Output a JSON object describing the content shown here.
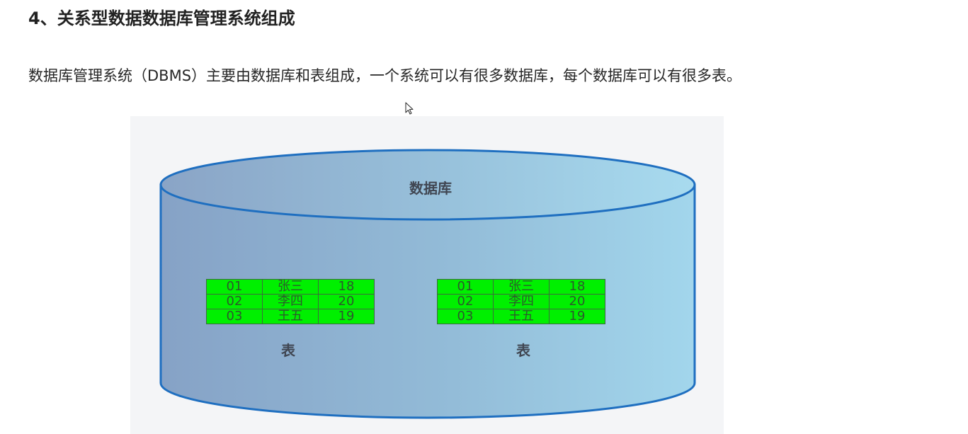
{
  "heading": "4、关系型数据数据库管理系统组成",
  "intro": "数据库管理系统（DBMS）主要由数据库和表组成，一个系统可以有很多数据库，每个数据库可以有很多表。",
  "diagram": {
    "database_label": "数据库",
    "tables": [
      {
        "label": "表",
        "rows": [
          [
            "01",
            "张三",
            "18"
          ],
          [
            "02",
            "李四",
            "20"
          ],
          [
            "03",
            "王五",
            "19"
          ]
        ]
      },
      {
        "label": "表",
        "rows": [
          [
            "01",
            "张三",
            "18"
          ],
          [
            "02",
            "李四",
            "20"
          ],
          [
            "03",
            "王五",
            "19"
          ]
        ]
      }
    ],
    "colors": {
      "cylinder_outline": "#1f6fc0",
      "cylinder_fill_left": "#86a2c6",
      "cylinder_fill_right": "#a2d6ec",
      "table_fill": "#00f000",
      "figure_background": "#f4f5f7"
    }
  }
}
